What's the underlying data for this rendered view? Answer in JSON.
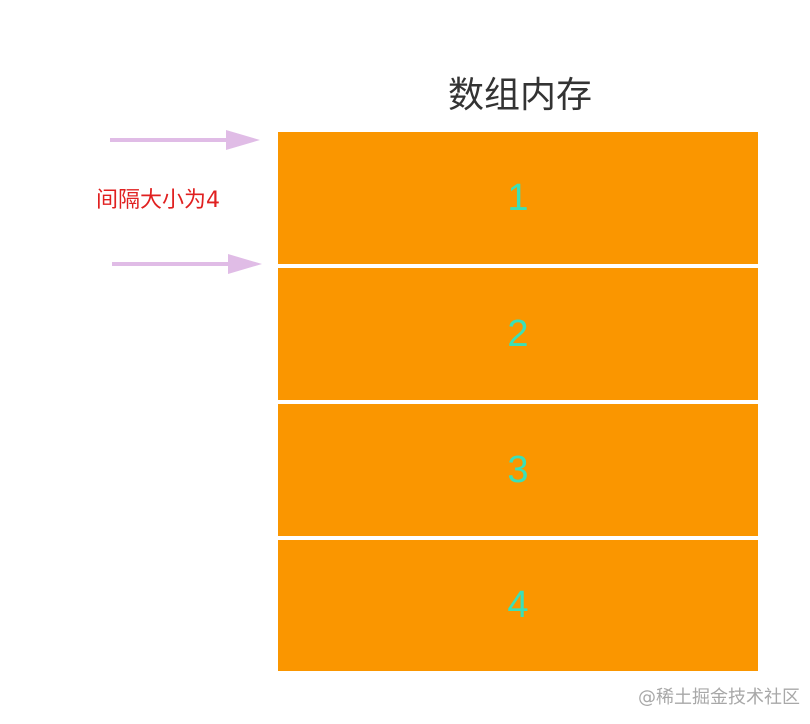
{
  "title": "数组内存",
  "interval_label": "间隔大小为4",
  "cells": [
    {
      "label": "1"
    },
    {
      "label": "2"
    },
    {
      "label": "3"
    },
    {
      "label": "4"
    }
  ],
  "arrows": [
    {
      "direction": "right",
      "color": "#e0bce6"
    },
    {
      "direction": "right",
      "color": "#e0bce6"
    }
  ],
  "colors": {
    "cell_fill": "#fa9600",
    "cell_text": "#3be0b8",
    "label": "#e02020"
  },
  "watermark": "@稀土掘金技术社区"
}
